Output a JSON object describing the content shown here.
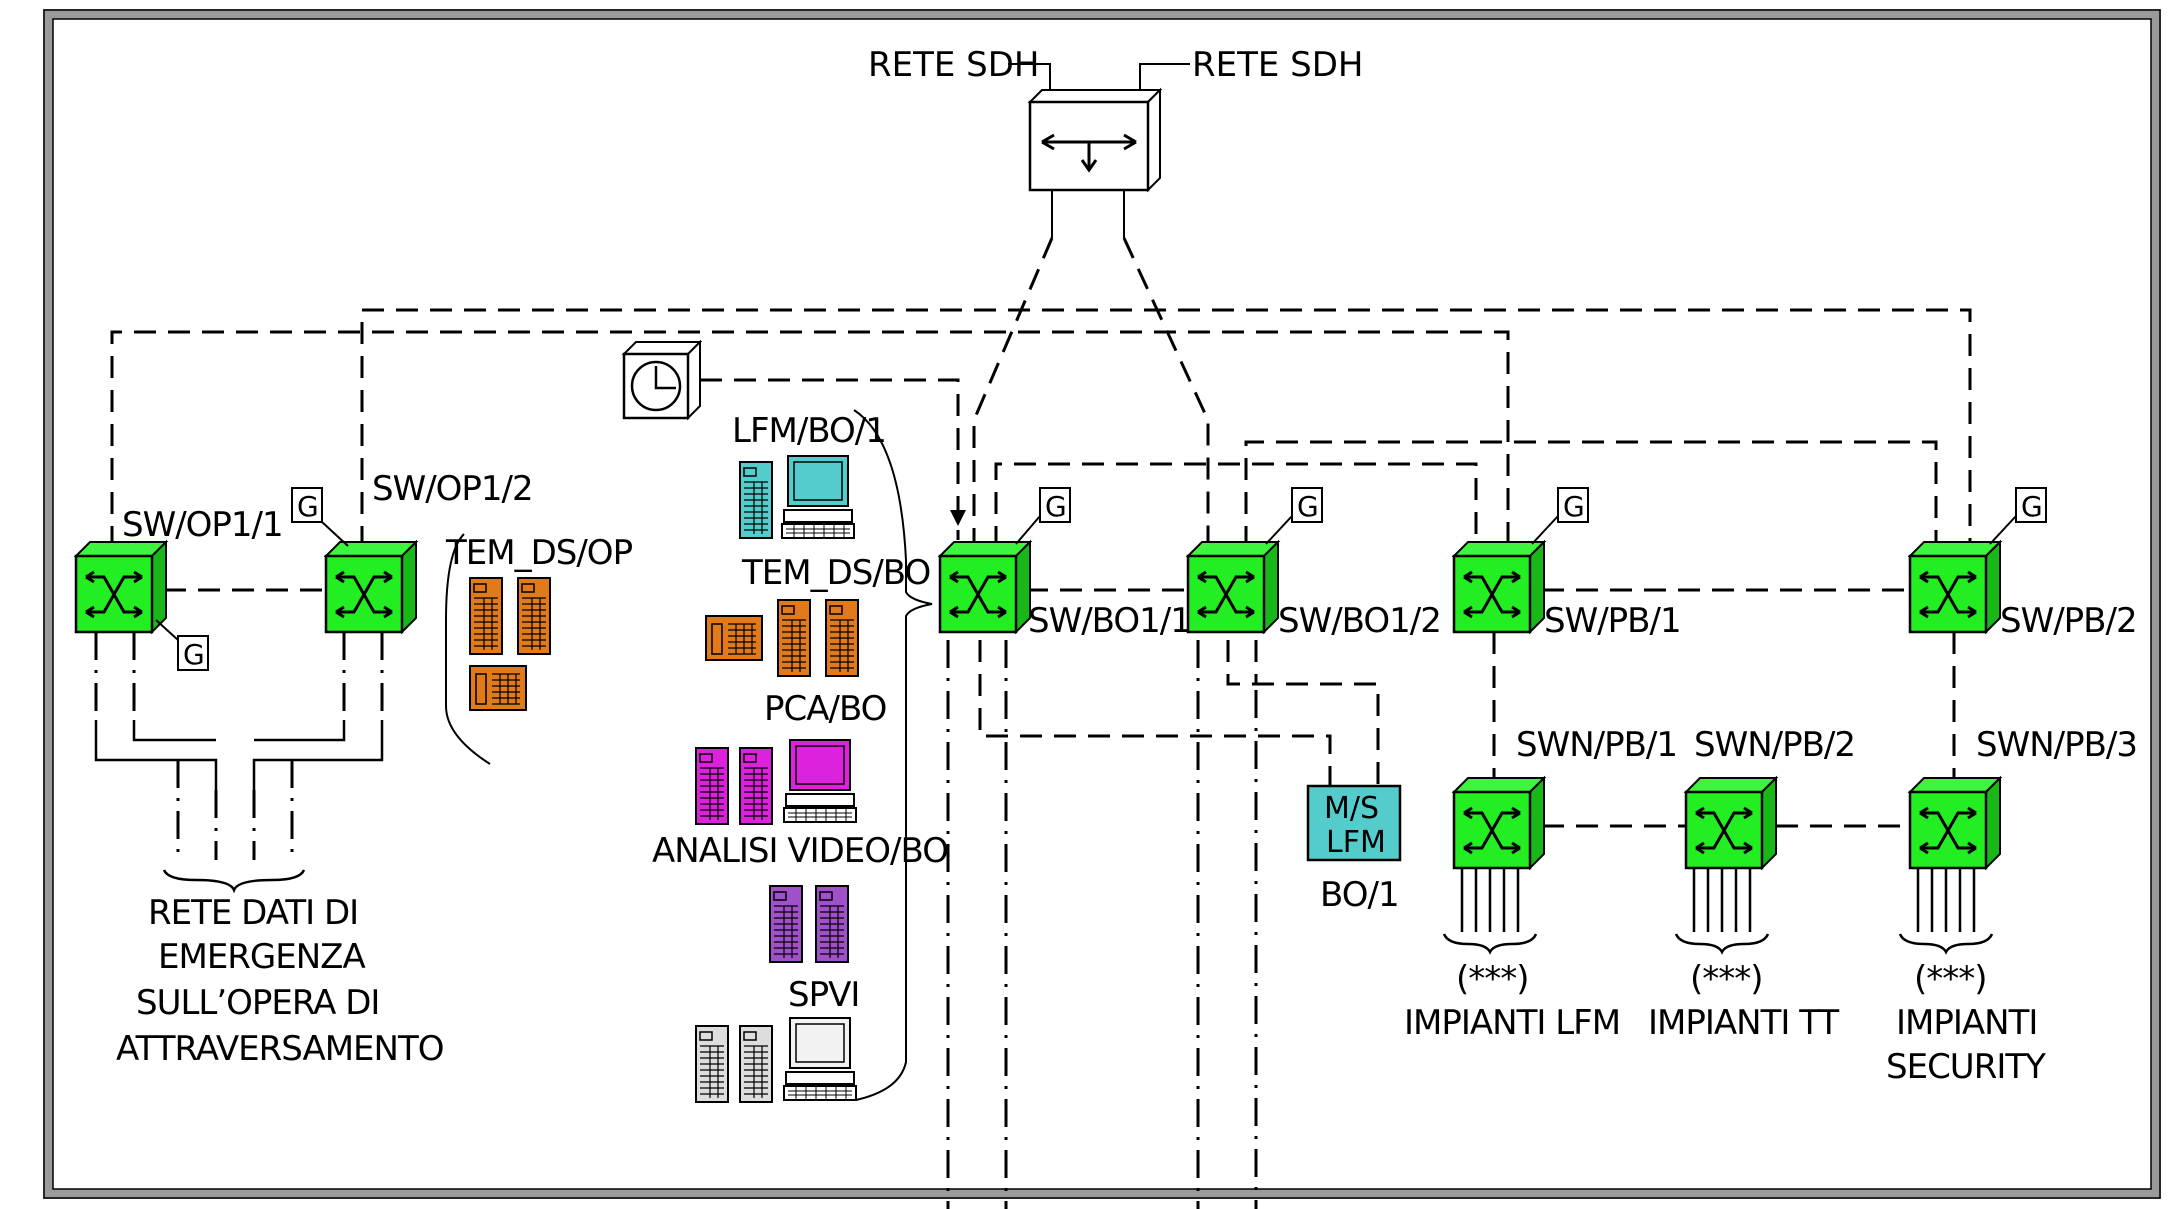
{
  "labels": {
    "rete_sdh_left": "RETE SDH",
    "rete_sdh_right": "RETE SDH",
    "sw_op1_1": "SW/OP1/1",
    "sw_op1_2": "SW/OP1/2",
    "tem_ds_op": "TEM_DS/OP",
    "lfm_bo_1": "LFM/BO/1",
    "tem_ds_bo": "TEM_DS/BO",
    "pca_bo": "PCA/BO",
    "analisi_video_bo": "ANALISI VIDEO/BO",
    "spvi": "SPVI",
    "sw_bo1_1": "SW/BO1/1",
    "sw_bo1_2": "SW/BO1/2",
    "sw_pb_1": "SW/PB/1",
    "sw_pb_2": "SW/PB/2",
    "swn_pb_1": "SWN/PB/1",
    "swn_pb_2": "SWN/PB/2",
    "swn_pb_3": "SWN/PB/3",
    "ms_lfm_line1": "M/S",
    "ms_lfm_line2": "LFM",
    "bo_1": "BO/1",
    "rete_dati_line1": "RETE DATI DI",
    "rete_dati_line2": "EMERGENZA",
    "rete_dati_line3": "SULL’OPERA DI",
    "rete_dati_line4": "ATTRAVERSAMENTO",
    "stars_1": "(***)",
    "stars_2": "(***)",
    "stars_3": "(***)",
    "impianti_lfm": "IMPIANTI LFM",
    "impianti_tt": "IMPIANTI TT",
    "impianti_security_line1": "IMPIANTI",
    "impianti_security_line2": "SECURITY",
    "g_marker": "G"
  },
  "colors": {
    "switch_green": "#22ee22",
    "switch_green_side": "#18b818",
    "cyan_device": "#55cccc",
    "orange_device": "#e07a1a",
    "magenta_device": "#dd22dd",
    "purple_device": "#a050c8",
    "gray_device": "#dddddd",
    "frame_gray": "#9a9a9a"
  }
}
